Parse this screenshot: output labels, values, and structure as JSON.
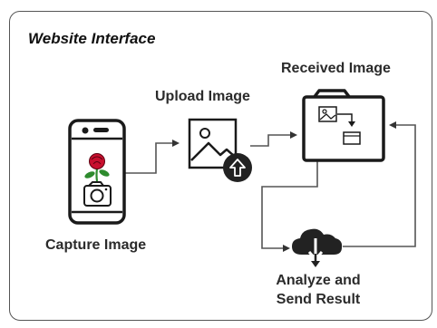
{
  "title": "Website Interface",
  "steps": {
    "capture": "Capture Image",
    "upload": "Upload Image",
    "received": "Received Image",
    "analyze_line1": "Analyze and",
    "analyze_line2": "Send Result"
  },
  "colors": {
    "stroke": "#1a1a1a",
    "rose_red": "#c8102e",
    "leaf_green": "#2e8b2e"
  }
}
